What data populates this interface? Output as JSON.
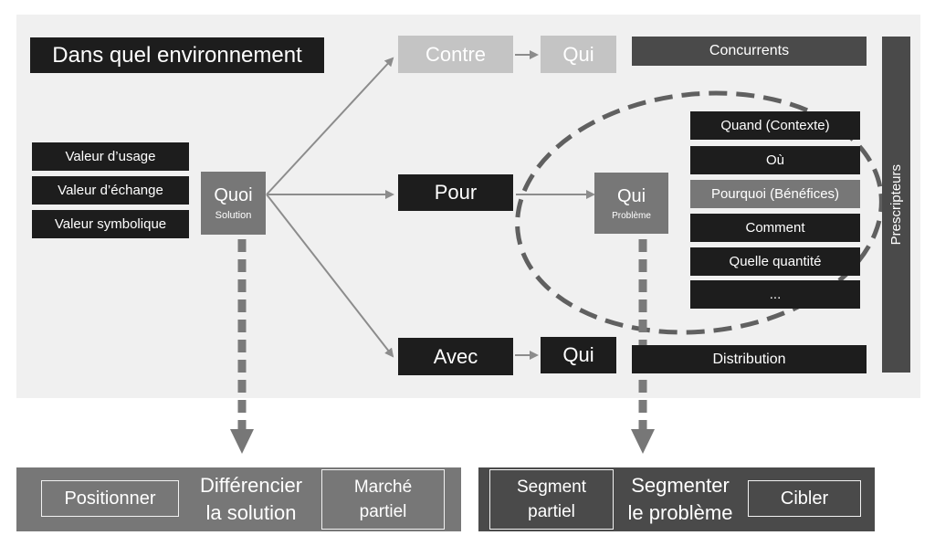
{
  "title": "Dans quel environnement",
  "values": [
    "Valeur d’usage",
    "Valeur d’échange",
    "Valeur symbolique"
  ],
  "quoi": {
    "label": "Quoi",
    "sub": "Solution"
  },
  "contre": {
    "label": "Contre",
    "qui": "Qui",
    "target": "Concurrents"
  },
  "pour": {
    "label": "Pour",
    "qui": "Qui",
    "qui_sub": "Problème"
  },
  "avec": {
    "label": "Avec",
    "qui": "Qui",
    "target": "Distribution"
  },
  "questions": [
    "Quand (Contexte)",
    "Où",
    "Pourquoi (Bénéfices)",
    "Comment",
    "Quelle quantité",
    "..."
  ],
  "prescripteurs": "Prescripteurs",
  "bottom_left": {
    "left_box": "Positionner",
    "center_line1": "Différencier",
    "center_line2": "la solution",
    "right_line1": "Marché",
    "right_line2": "partiel"
  },
  "bottom_right": {
    "left_line1": "Segment",
    "left_line2": "partiel",
    "center_line1": "Segmenter",
    "center_line2": "le problème",
    "right_box": "Cibler"
  },
  "colors": {
    "dark": "#1d1d1d",
    "mid": "#4a4a4a",
    "grey": "#777777",
    "light": "#c4c4c4",
    "arrow": "#8c8c8c"
  }
}
